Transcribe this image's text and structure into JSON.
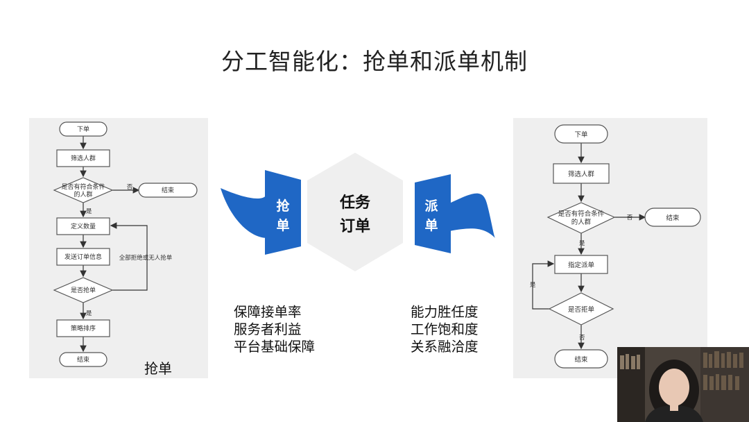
{
  "slide": {
    "title": "分工智能化：抢单和派单机制"
  },
  "grab_flow": {
    "caption": "抢单",
    "nodes": {
      "start": "下单",
      "filter": "筛选人群",
      "check_line1": "是否有符合条件",
      "check_line2": "的人群",
      "end_top": "结束",
      "define_qty": "定义数量",
      "send_info": "发送订单信息",
      "is_grab": "是否抢单",
      "strategy_sort": "策略排序",
      "end": "结束"
    },
    "edge_labels": {
      "no": "否",
      "yes": "是",
      "yes2": "是",
      "all_reject": "全部拒绝或无人抢单"
    }
  },
  "dispatch_flow": {
    "nodes": {
      "start": "下单",
      "filter": "筛选人群",
      "check_line1": "是否有符合条件",
      "check_line2": "的人群",
      "end_right": "结束",
      "assign": "指定派单",
      "is_reject": "是否拒单",
      "end": "结束"
    },
    "edge_labels": {
      "no": "否",
      "yes": "是",
      "yes_loop": "是",
      "no2": "否"
    }
  },
  "center": {
    "left_tag_line1": "抢",
    "left_tag_line2": "单",
    "hex_line1": "任务",
    "hex_line2": "订单",
    "right_tag_line1": "派",
    "right_tag_line2": "单"
  },
  "left_benefits": [
    "保障接单率",
    "服务者利益",
    "平台基础保障"
  ],
  "right_benefits": [
    "能力胜任度",
    "工作饱和度",
    "关系融洽度"
  ],
  "colors": {
    "accent_blue": "#1f67c5",
    "hex_fill": "#efefef",
    "panel_bg": "#efefef"
  }
}
